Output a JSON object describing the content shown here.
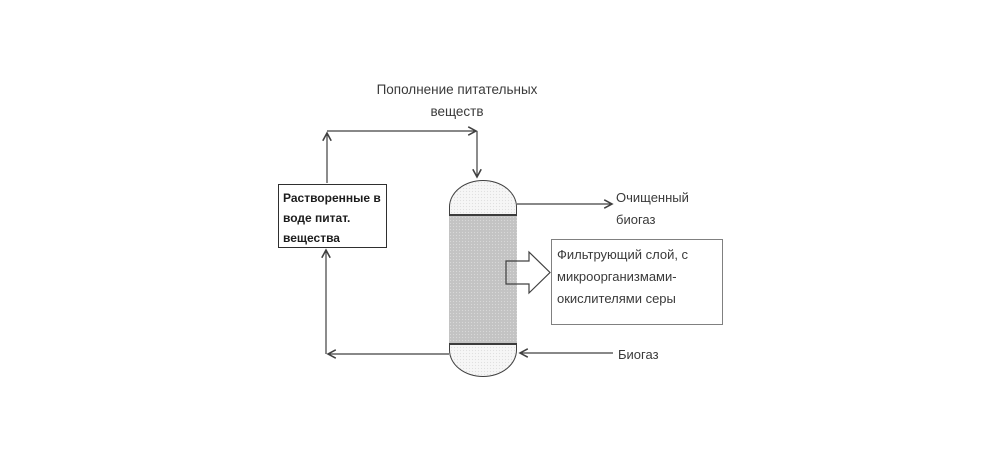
{
  "diagram": {
    "title_line1": "Пополнение питательных",
    "title_line2": "веществ",
    "left_box": {
      "line1": "Растворенные в",
      "line2": "воде питат.",
      "line3": "вещества"
    },
    "right_box": {
      "line1": "Фильтрующий слой, с",
      "line2": "микроорганизмами-",
      "line3": "окислителями серы"
    },
    "clean_biogas_line1": "Очищенный",
    "clean_biogas_line2": "биогаз",
    "biogas_label": "Биогаз",
    "colors": {
      "line": "#404040",
      "text": "#3a3a3a",
      "filter_bed": "#c3c3c3",
      "column_caps": "#f6f6f6"
    }
  }
}
